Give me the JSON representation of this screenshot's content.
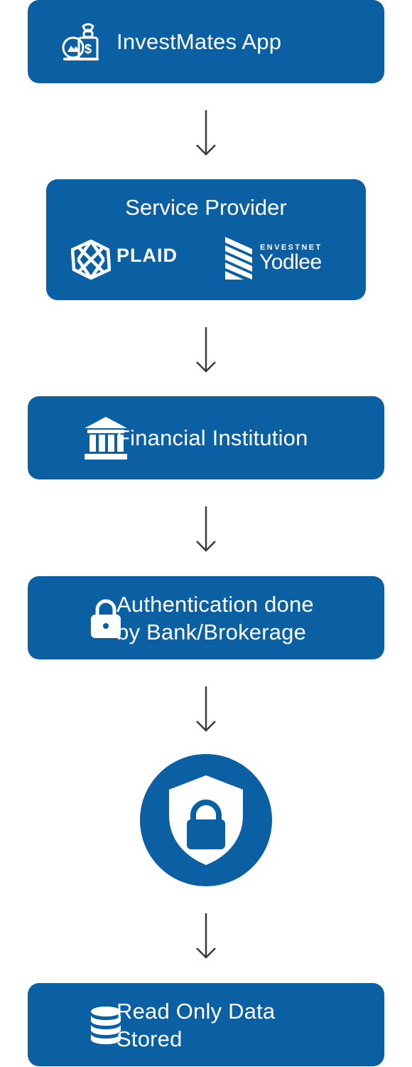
{
  "steps": {
    "app": {
      "label": "InvestMates App",
      "icon": "money-stack-icon"
    },
    "service_provider": {
      "title": "Service Provider",
      "plaid": "PLAID",
      "envestnet": "ENVESTNET",
      "yodlee": "Yodlee"
    },
    "institution": {
      "label": "Financial Institution",
      "icon": "bank-icon"
    },
    "authentication": {
      "line1": "Authentication done",
      "line2": "by Bank/Brokerage",
      "icon": "lock-icon"
    },
    "security": {
      "icon": "shield-lock-icon"
    },
    "storage": {
      "line1": "Read Only Data",
      "line2": "Stored",
      "icon": "database-icon"
    }
  },
  "colors": {
    "box": "#0b5fa3",
    "text": "#ffffff",
    "arrow": "#3a3a3a",
    "background": "#ffffff"
  }
}
